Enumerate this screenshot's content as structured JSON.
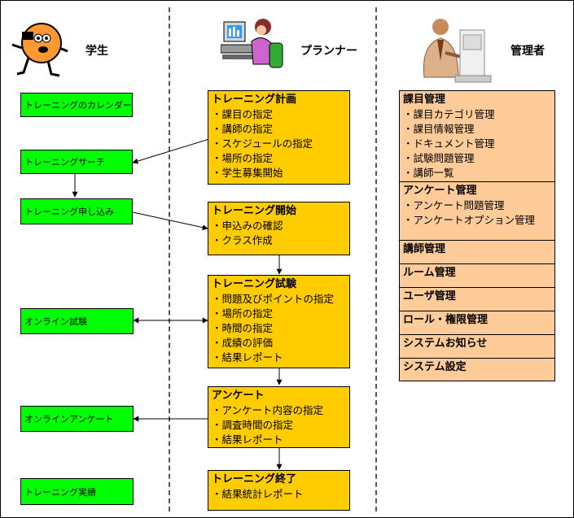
{
  "roles": {
    "student": "学生",
    "planner": "プランナー",
    "admin": "管理者"
  },
  "student_boxes": [
    "トレーニングのカレンダー",
    "トレーニングサーチ",
    "トレーニング申し込み",
    "オンライン試験",
    "オンラインアンケート",
    "トレーニング実績"
  ],
  "planner_boxes": [
    {
      "title": "トレーニング計画",
      "items": [
        "・課目の指定",
        "・講師の指定",
        "・スケジュールの指定",
        "・場所の指定",
        "・学生募集開始"
      ]
    },
    {
      "title": "トレーニング開始",
      "items": [
        "・申込みの確認",
        "・クラス作成"
      ]
    },
    {
      "title": "トレーニング試験",
      "items": [
        "・問題及びポイントの指定",
        "・場所の指定",
        "・時間の指定",
        "・成績の評価",
        "・結果レポート"
      ]
    },
    {
      "title": "アンケート",
      "items": [
        "・アンケート内容の指定",
        "・調査時間の指定",
        "・結果レポート"
      ]
    },
    {
      "title": "トレーニング終了",
      "items": [
        "・結果統計レポート"
      ]
    }
  ],
  "admin_sections": [
    {
      "title": "課目管理",
      "items": [
        "・課目カテゴリ管理",
        "・課目情報管理",
        "・ドキュメント管理",
        "・試験問題管理",
        "・講師一覧"
      ]
    },
    {
      "title": "アンケート管理",
      "items": [
        "・アンケート問題管理",
        "・アンケートオプション管理"
      ]
    },
    {
      "title": "講師管理",
      "items": []
    },
    {
      "title": "ルーム管理",
      "items": []
    },
    {
      "title": "ユーザ管理",
      "items": []
    },
    {
      "title": "ロール・権限管理",
      "items": []
    },
    {
      "title": "システムお知らせ",
      "items": []
    },
    {
      "title": "システム設定",
      "items": []
    }
  ],
  "colors": {
    "student_box": "#00ff00",
    "planner_box": "#ffcc00",
    "admin_box": "#ffcc99"
  },
  "icons": {
    "student": "student-face-icon",
    "planner": "planner-computer-icon",
    "admin": "administrator-icon"
  }
}
